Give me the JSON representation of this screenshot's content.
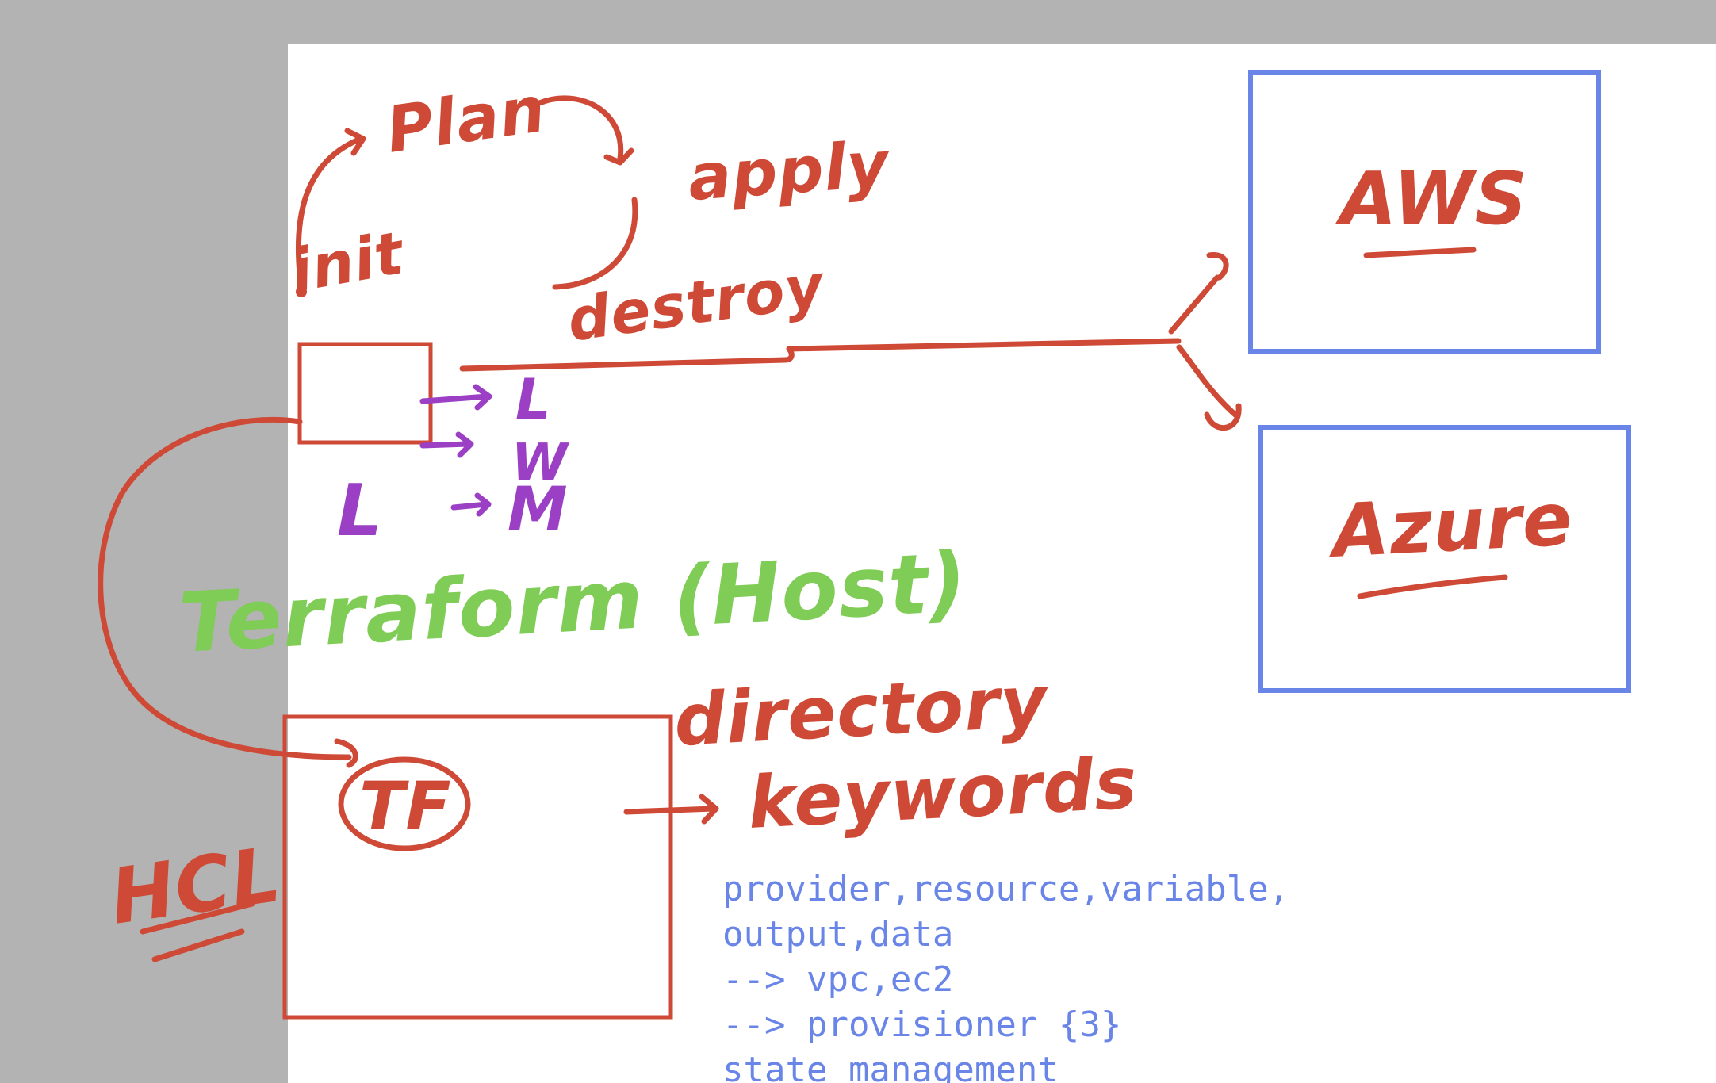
{
  "workflow": {
    "init": "init",
    "plan": "Plan",
    "apply": "apply",
    "destroy": "destroy"
  },
  "os_targets": [
    "L",
    "W",
    "M"
  ],
  "linux_symbol": "L",
  "title": "Terraform (Host)",
  "providers": [
    "AWS",
    "Azure"
  ],
  "tf_file": {
    "badge": "TF",
    "language": "HCL",
    "directory_label": "directory",
    "keywords_label": "keywords"
  },
  "code_lines": [
    "provider,resource,variable,",
    "output,data",
    "--> vpc,ec2",
    "--> provisioner {3}",
    "state management"
  ],
  "colors": {
    "ink_red": "#cf4a36",
    "ink_green": "#7fcc56",
    "ink_purple": "#9b3fc4",
    "ink_blue": "#6a85e8",
    "canvas": "#ffffff",
    "margin": "#b3b3b3"
  }
}
